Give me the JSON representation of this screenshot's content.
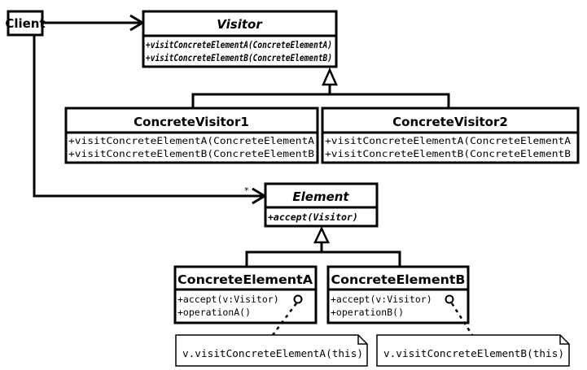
{
  "client": {
    "name": "Client"
  },
  "visitor": {
    "name": "Visitor",
    "methods": [
      "+visitConcreteElementA(ConcreteElementA)",
      "+visitConcreteElementB(ConcreteElementB)"
    ]
  },
  "concrete_visitor_1": {
    "name": "ConcreteVisitor1",
    "methods": [
      "+visitConcreteElementA(ConcreteElementA",
      "+visitConcreteElementB(ConcreteElementB"
    ]
  },
  "concrete_visitor_2": {
    "name": "ConcreteVisitor2",
    "methods": [
      "+visitConcreteElementA(ConcreteElementA",
      "+visitConcreteElementB(ConcreteElementB"
    ]
  },
  "element": {
    "name": "Element",
    "methods": [
      "+accept(Visitor)"
    ],
    "multiplicity": "*"
  },
  "concrete_element_a": {
    "name": "ConcreteElementA",
    "methods": [
      "+accept(v:Visitor)",
      "+operationA()"
    ],
    "note": "v.visitConcreteElementA(this)"
  },
  "concrete_element_b": {
    "name": "ConcreteElementB",
    "methods": [
      "+accept(v:Visitor)",
      "+operationB()"
    ],
    "note": "v.visitConcreteElementB(this)"
  }
}
